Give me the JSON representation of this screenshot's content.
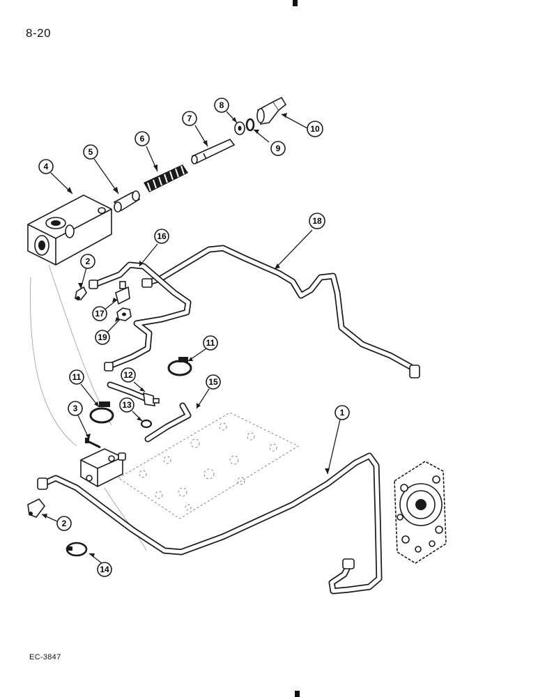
{
  "page": {
    "page_number": "8-20",
    "figure_code": "EC-3847"
  },
  "callouts": [
    {
      "id": "c1",
      "label": "1"
    },
    {
      "id": "c2a",
      "label": "2"
    },
    {
      "id": "c2b",
      "label": "2"
    },
    {
      "id": "c3",
      "label": "3"
    },
    {
      "id": "c4",
      "label": "4"
    },
    {
      "id": "c5",
      "label": "5"
    },
    {
      "id": "c6",
      "label": "6"
    },
    {
      "id": "c7",
      "label": "7"
    },
    {
      "id": "c8",
      "label": "8"
    },
    {
      "id": "c9",
      "label": "9"
    },
    {
      "id": "c10",
      "label": "10"
    },
    {
      "id": "c11a",
      "label": "11"
    },
    {
      "id": "c11b",
      "label": "11"
    },
    {
      "id": "c12",
      "label": "12"
    },
    {
      "id": "c13",
      "label": "13"
    },
    {
      "id": "c14",
      "label": "14"
    },
    {
      "id": "c15",
      "label": "15"
    },
    {
      "id": "c16",
      "label": "16"
    },
    {
      "id": "c17",
      "label": "17"
    },
    {
      "id": "c18",
      "label": "18"
    },
    {
      "id": "c19",
      "label": "19"
    }
  ]
}
